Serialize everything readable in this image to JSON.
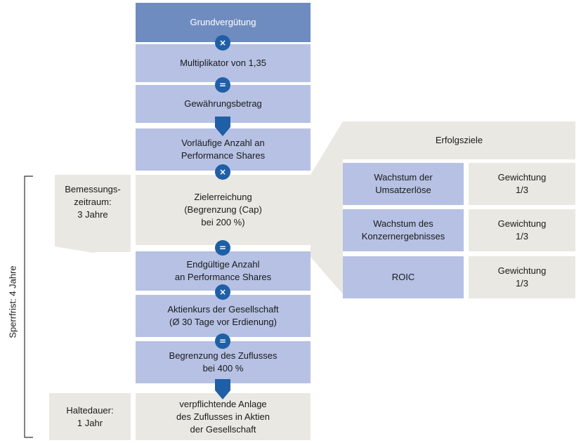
{
  "flow": {
    "grundverguetung": "Grundvergütung",
    "multiplikator": "Multiplikator von 1,35",
    "gewaehrungsbetrag": "Gewährungsbetrag",
    "vorlaeufige_anzahl": "Vorläufige Anzahl an\nPerformance Shares",
    "zielerreichung": "Zielerreichung\n(Begrenzung (Cap)\nbei 200 %)",
    "endgueltige_anzahl": "Endgültige Anzahl\nan Performance Shares",
    "aktienkurs": "Aktienkurs der Gesellschaft\n(Ø 30 Tage vor Erdienung)",
    "begrenzung_zufluss": "Begrenzung des Zuflusses\nbei 400 %",
    "anlage": "verpflichtende Anlage\ndes Zuflusses in Aktien\nder Gesellschaft"
  },
  "operators": {
    "op1": "×",
    "op2": "=",
    "op3": "×",
    "op4": "=",
    "op5": "×",
    "op6": "="
  },
  "side": {
    "bemessungszeitraum": "Bemessungs-\nzeitraum:\n3 Jahre",
    "haltedauer": "Haltedauer:\n1 Jahr",
    "sperrfrist": "Sperrfrist: 4 Jahre"
  },
  "erfolgsziele": {
    "title": "Erfolgsziele",
    "rows": [
      {
        "ziel": "Wachstum der\nUmsatzerlöse",
        "gewichtung": "Gewichtung\n1/3"
      },
      {
        "ziel": "Wachstum des\nKonzernergebnisses",
        "gewichtung": "Gewichtung\n1/3"
      },
      {
        "ziel": "ROIC",
        "gewichtung": "Gewichtung\n1/3"
      }
    ]
  },
  "colors": {
    "top_box": "#6f8cc0",
    "blue_box": "#b6c1e4",
    "gray_box": "#e9e8e2",
    "operator": "#1f5fa6"
  }
}
